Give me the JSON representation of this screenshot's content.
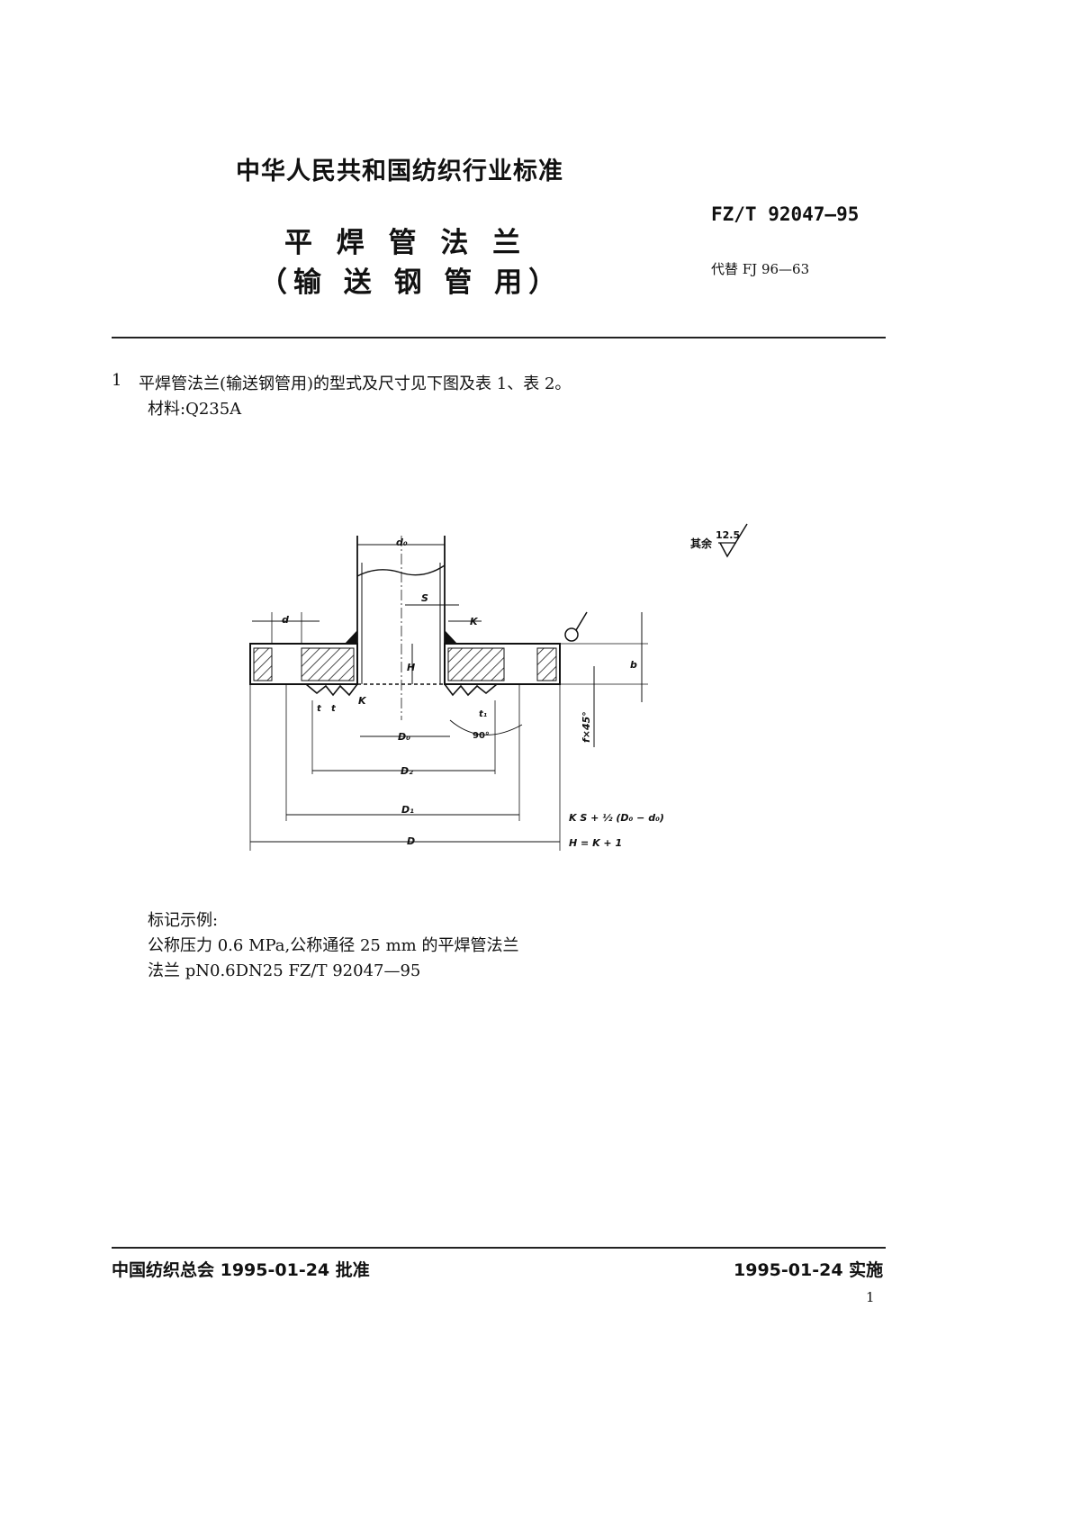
{
  "header": {
    "org": "中华人民共和国纺织行业标准",
    "code": "FZ/T  92047—95",
    "replaces": "代替 FJ 96—63",
    "title1": "平 焊 管 法 兰",
    "title2": "（输 送 钢 管 用）"
  },
  "clause": {
    "number": "1",
    "text": "平焊管法兰(输送钢管用)的型式及尺寸见下图及表 1、表 2。",
    "material": "材料:Q235A"
  },
  "drawing": {
    "roughness_note": "其余",
    "roughness_value": "12.5",
    "labels": {
      "d0": "d₀",
      "S": "S",
      "d": "d",
      "K_top": "K",
      "H": "H",
      "K_low": "K",
      "b": "b",
      "t1": "t",
      "t2": "t",
      "t3": "t₁",
      "angle": "90°",
      "chamfer": "f×45°",
      "D0": "D₀",
      "D2": "D₂",
      "D1": "D₁",
      "D": "D"
    },
    "formula_k": "K   S + ½ (D₀ − d₀)",
    "formula_h": "H = K + 1"
  },
  "example": {
    "heading": "标记示例:",
    "line1": "公称压力 0.6 MPa,公称通径 25 mm 的平焊管法兰",
    "line2": "法兰 pN0.6DN25 FZ/T 92047—95"
  },
  "footer": {
    "approval": "中国纺织总会 1995-01-24 批准",
    "implementation": "1995-01-24 实施",
    "page": "1"
  }
}
